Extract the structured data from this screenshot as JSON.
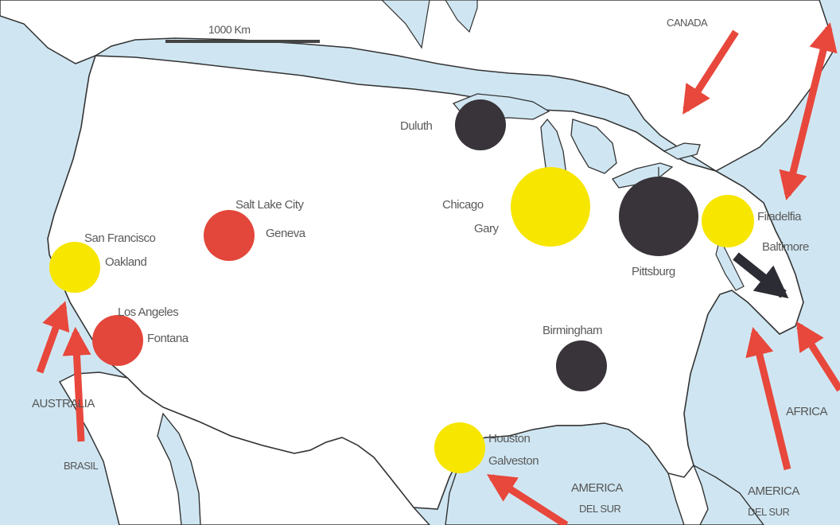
{
  "scale": {
    "label": "1000 Km"
  },
  "colors": {
    "sea": "#cfe6f2",
    "land": "#ffffff",
    "border": "#333333",
    "arrow": "#e8473c",
    "arrow_dark": "#2c2c34",
    "steel_center": "#38343a",
    "yellow_center": "#f7e600",
    "red_center": "#e3463a"
  },
  "cities": {
    "duluth": "Duluth",
    "chicago": "Chicago",
    "gary": "Gary",
    "pittsburgh": "Pittsburg",
    "filadelfia": "Filadelfia",
    "baltimore": "Baltimore",
    "salt_lake_city": "Salt Lake City",
    "geneva": "Geneva",
    "san_francisco": "San Francisco",
    "oakland": "Oakland",
    "los_angeles": "Los Angeles",
    "fontana": "Fontana",
    "birmingham": "Birmingham",
    "houston": "Houston",
    "galveston": "Galveston"
  },
  "origins": {
    "canada": "CANADA",
    "australia": "AUSTRALIA",
    "brasil": "BRASIL",
    "america_sur_1": "AMERICA",
    "del_sur_1": "DEL SUR",
    "america_sur_2": "AMERICA",
    "del_sur_2": "DEL SUR",
    "africa": "AFRICA"
  }
}
